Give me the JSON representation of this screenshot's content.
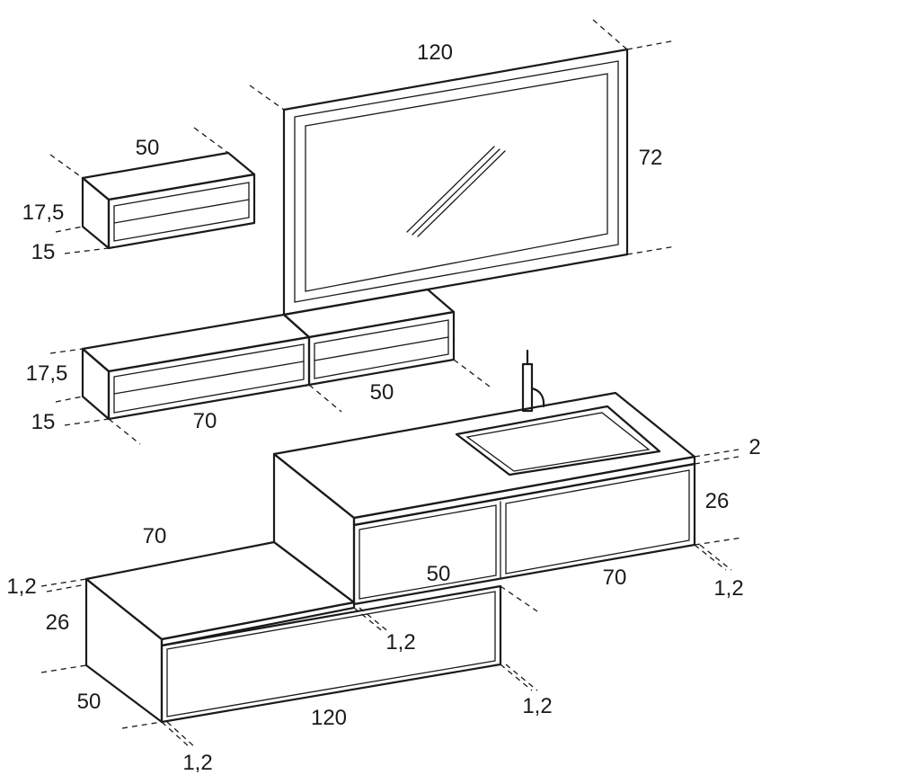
{
  "dimensions": {
    "mirror_width": "120",
    "mirror_height": "72",
    "small_shelf_width": "50",
    "small_shelf_height": "17,5",
    "small_shelf_depth": "15",
    "long_shelf_height": "17,5",
    "long_shelf_depth": "15",
    "long_shelf_width": "70",
    "right_shelf_width": "50",
    "top_thickness": "2",
    "upper_drawer_height": "26",
    "upper_right_gap": "1,2",
    "upper_left_drawer_width": "50",
    "upper_right_drawer_width": "70",
    "lower_top_width": "70",
    "lower_top_thickness": "1,2",
    "lower_drawer_height": "26",
    "lower_depth": "50",
    "lower_width": "120",
    "lower_mid_gap": "1,2",
    "lower_right_gap": "1,2",
    "lower_bottom_gap": "1,2"
  }
}
